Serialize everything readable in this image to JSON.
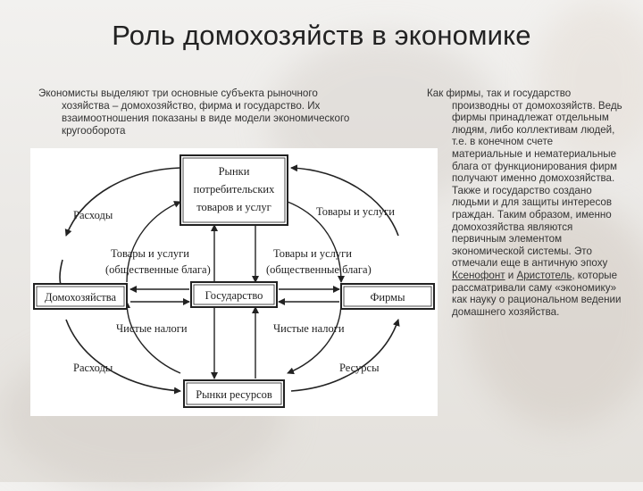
{
  "title": "Роль домохозяйств в экономике",
  "left_text": {
    "line1": "Экономисты выделяют три основные субъекта рыночного",
    "rest": "хозяйства – домохозяйство, фирма и государство. Их взаимоотношения показаны в виде модели экономического кругооборота"
  },
  "diagram": {
    "boxes": {
      "consumer_market_l1": "Рынки",
      "consumer_market_l2": "потребительских",
      "consumer_market_l3": "товаров и услуг",
      "households": "Домохозяйства",
      "government": "Государство",
      "firms": "Фирмы",
      "resource_market": "Рынки ресурсов"
    },
    "labels": {
      "top_left": "Расходы",
      "top_right": "Товары и услуги",
      "gov_left_l1": "Товары и услуги",
      "gov_left_l2": "(общественные блага)",
      "gov_right_l1": "Товары и услуги",
      "gov_right_l2": "(общественные блага)",
      "taxes_left": "Чистые налоги",
      "taxes_right": "Чистые налоги",
      "bottom_left": "Расходы",
      "bottom_right": "Ресурсы"
    }
  },
  "right_text": {
    "first": "Как фирмы, так и государство",
    "p1": "производны от домохозяйств. Ведь фирмы принадлежат отдельным людям, либо коллективам людей, т.е. в конечном счете материальные и нематериальные блага от функционирования фирм получают именно домохозяйства. Также и государство создано людьми и для защиты интересов граждан. Таким образом, именно домохозяйства являются первичным элементом экономической системы. Это отмечали еще в античную эпоху",
    "link1": "Ксенофонт",
    "and": " и ",
    "link2": "Аристотель",
    "p2": ", которые рассматривали саму «экономику» как науку о рациональном ведении домашнего хозяйства."
  }
}
